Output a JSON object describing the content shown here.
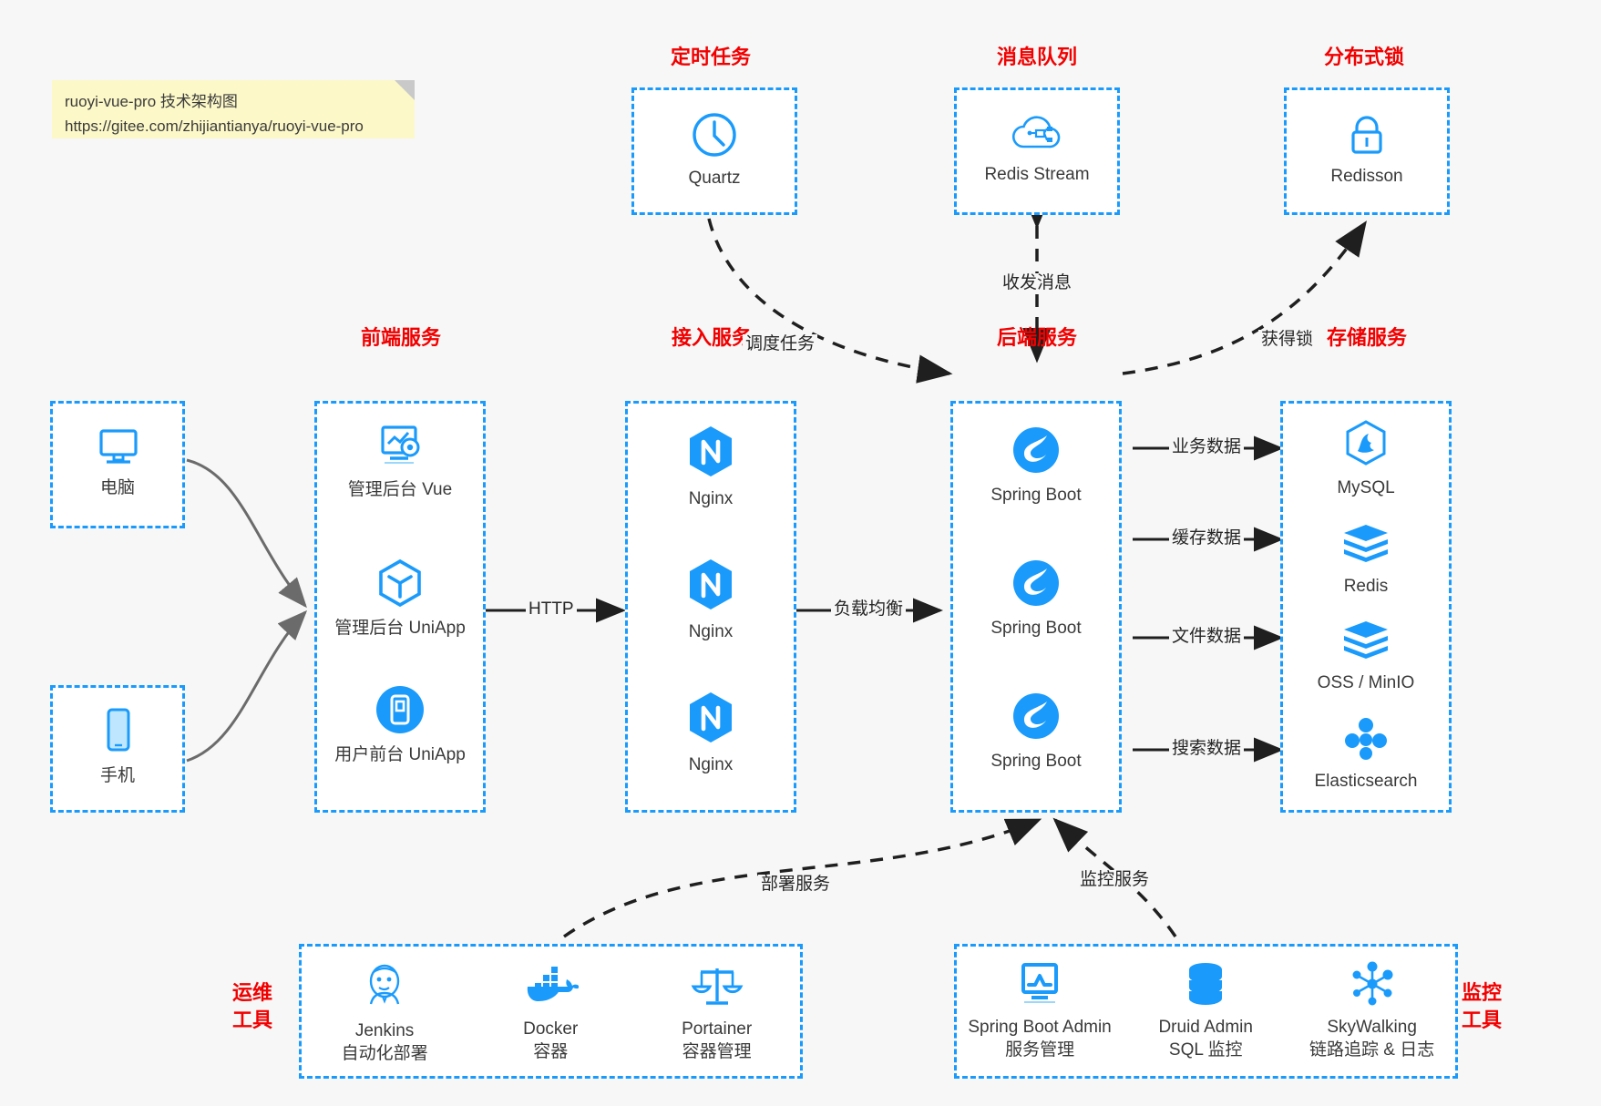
{
  "note": {
    "line1": "ruoyi-vue-pro 技术架构图",
    "line2": "https://gitee.com/zhijiantianya/ruoyi-vue-pro"
  },
  "colors": {
    "accent": "#1a9bfc",
    "title": "#f20000",
    "background": "#f7f7f7",
    "note": "#fcf8c8",
    "text": "#3a3a3a"
  },
  "groups": {
    "scheduled": {
      "title": "定时任务",
      "items": [
        {
          "label": "Quartz",
          "icon": "clock-icon"
        }
      ]
    },
    "mq": {
      "title": "消息队列",
      "items": [
        {
          "label": "Redis Stream",
          "icon": "cloud-stream-icon"
        }
      ]
    },
    "lock": {
      "title": "分布式锁",
      "items": [
        {
          "label": "Redisson",
          "icon": "lock-icon"
        }
      ]
    },
    "clients": {
      "pc": {
        "label": "电脑",
        "icon": "desktop-icon"
      },
      "mobile": {
        "label": "手机",
        "icon": "phone-icon"
      }
    },
    "frontend": {
      "title": "前端服务",
      "items": [
        {
          "label": "管理后台 Vue",
          "icon": "dashboard-icon"
        },
        {
          "label": "管理后台 UniApp",
          "icon": "cube-icon"
        },
        {
          "label": "用户前台 UniApp",
          "icon": "mobile-app-icon"
        }
      ]
    },
    "gateway": {
      "title": "接入服务",
      "items": [
        {
          "label": "Nginx",
          "icon": "nginx-icon"
        },
        {
          "label": "Nginx",
          "icon": "nginx-icon"
        },
        {
          "label": "Nginx",
          "icon": "nginx-icon"
        }
      ]
    },
    "backend": {
      "title": "后端服务",
      "items": [
        {
          "label": "Spring Boot",
          "icon": "spring-icon"
        },
        {
          "label": "Spring Boot",
          "icon": "spring-icon"
        },
        {
          "label": "Spring Boot",
          "icon": "spring-icon"
        }
      ]
    },
    "storage": {
      "title": "存储服务",
      "items": [
        {
          "label": "MySQL",
          "icon": "mysql-icon"
        },
        {
          "label": "Redis",
          "icon": "redis-icon"
        },
        {
          "label": "OSS / MinIO",
          "icon": "oss-icon"
        },
        {
          "label": "Elasticsearch",
          "icon": "elasticsearch-icon"
        }
      ]
    },
    "devops": {
      "title": "运维\n工具",
      "title_line1": "运维",
      "title_line2": "工具",
      "items": [
        {
          "label": "Jenkins",
          "sub": "自动化部署",
          "icon": "jenkins-icon"
        },
        {
          "label": "Docker",
          "sub": "容器",
          "icon": "docker-icon"
        },
        {
          "label": "Portainer",
          "sub": "容器管理",
          "icon": "scales-icon"
        }
      ]
    },
    "monitor": {
      "title_line1": "监控",
      "title_line2": "工具",
      "items": [
        {
          "label": "Spring Boot Admin",
          "sub": "服务管理",
          "icon": "monitor-chart-icon"
        },
        {
          "label": "Druid Admin",
          "sub": "SQL 监控",
          "icon": "database-icon"
        },
        {
          "label": "SkyWalking",
          "sub": "链路追踪 & 日志",
          "icon": "skywalking-icon"
        }
      ]
    }
  },
  "edges": {
    "http": "HTTP",
    "load_balance": "负载均衡",
    "schedule_task": "调度任务",
    "send_receive_message": "收发消息",
    "acquire_lock": "获得锁",
    "business_data": "业务数据",
    "cache_data": "缓存数据",
    "file_data": "文件数据",
    "search_data": "搜索数据",
    "deploy_service": "部署服务",
    "monitor_service": "监控服务"
  }
}
